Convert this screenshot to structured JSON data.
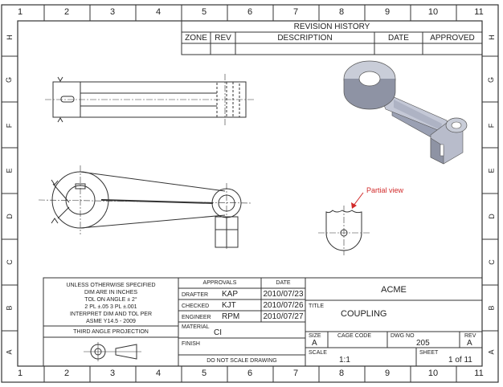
{
  "zones": {
    "columns": [
      "1",
      "2",
      "3",
      "4",
      "5",
      "6",
      "7",
      "8",
      "9",
      "10",
      "11"
    ],
    "rows": [
      "H",
      "G",
      "F",
      "E",
      "D",
      "C",
      "B",
      "A"
    ]
  },
  "revision_history": {
    "title": "REVISION HISTORY",
    "columns": [
      "ZONE",
      "REV",
      "DESCRIPTION",
      "DATE",
      "APPROVED"
    ]
  },
  "annotation": {
    "label": "Partial view"
  },
  "notes": {
    "lines": [
      "UNLESS OTHERWISE SPECIFIED",
      "DIM ARE IN INCHES",
      "TOL ON ANGLE ± 2°",
      "2 PL ±.05  3 PL ±.001",
      "INTERPRET DIM AND TOL PER",
      "ASME Y14.5 - 2009"
    ],
    "projection": "THIRD ANGLE PROJECTION"
  },
  "approvals": {
    "header": "APPROVALS",
    "date_header": "DATE",
    "rows": [
      {
        "role": "DRAFTER",
        "initials": "KAP",
        "date": "2010/07/23"
      },
      {
        "role": "CHECKED",
        "initials": "KJT",
        "date": "2010/07/26"
      },
      {
        "role": "ENGINEER",
        "initials": "RPM",
        "date": "2010/07/27"
      }
    ],
    "material_label": "MATERIAL",
    "material_value": "CI",
    "finish_label": "FINISH",
    "do_not_scale": "DO NOT SCALE DRAWING"
  },
  "title_block": {
    "company": "ACME",
    "title_label": "TITLE",
    "title_value": "COUPLING",
    "size_label": "SIZE",
    "size_value": "A",
    "cage_code_label": "CAGE CODE",
    "dwg_no_label": "DWG NO",
    "dwg_no_value": "205",
    "rev_label": "REV",
    "rev_value": "A",
    "scale_label": "SCALE",
    "scale_value": "1:1",
    "sheet_label": "SHEET",
    "sheet_value": "1 of 11"
  },
  "colors": {
    "line": "#333333",
    "annotation": "#d12a2a",
    "part_face": "#c9cdd8",
    "part_dark": "#8e93a4"
  }
}
